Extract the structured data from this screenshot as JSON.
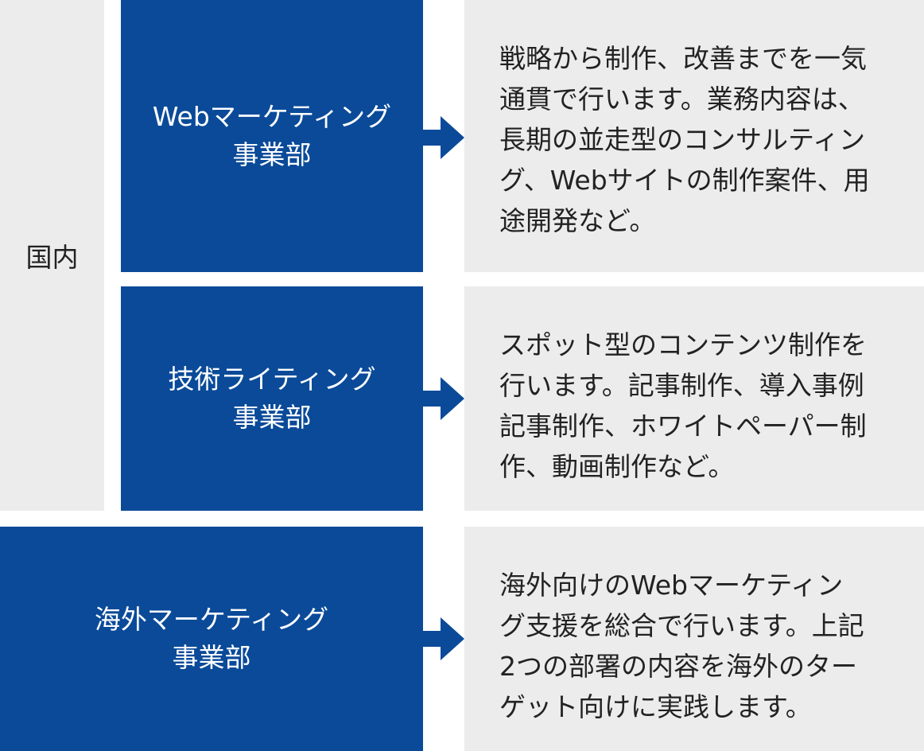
{
  "region": {
    "label": "国内"
  },
  "departments": [
    {
      "name": "Webマーケティング\n事業部",
      "description": "戦略から制作、改善までを一気\n通貫で行います。業務内容は、\n長期の並走型のコンサルティン\nグ、Webサイトの制作案件、用\n途開発など。"
    },
    {
      "name": "技術ライティング\n事業部",
      "description": "スポット型のコンテンツ制作を\n行います。記事制作、導入事例\n記事制作、ホワイトペーパー制\n作、動画制作など。"
    },
    {
      "name": "海外マーケティング\n事業部",
      "description": "海外向けのWebマーケティン\nグ支援を総合で行います。上記\n2つの部署の内容を海外のター\nゲット向けに実践します。"
    }
  ],
  "colors": {
    "blue": "#0a4a99",
    "grey": "#ececec",
    "text": "#222222"
  }
}
